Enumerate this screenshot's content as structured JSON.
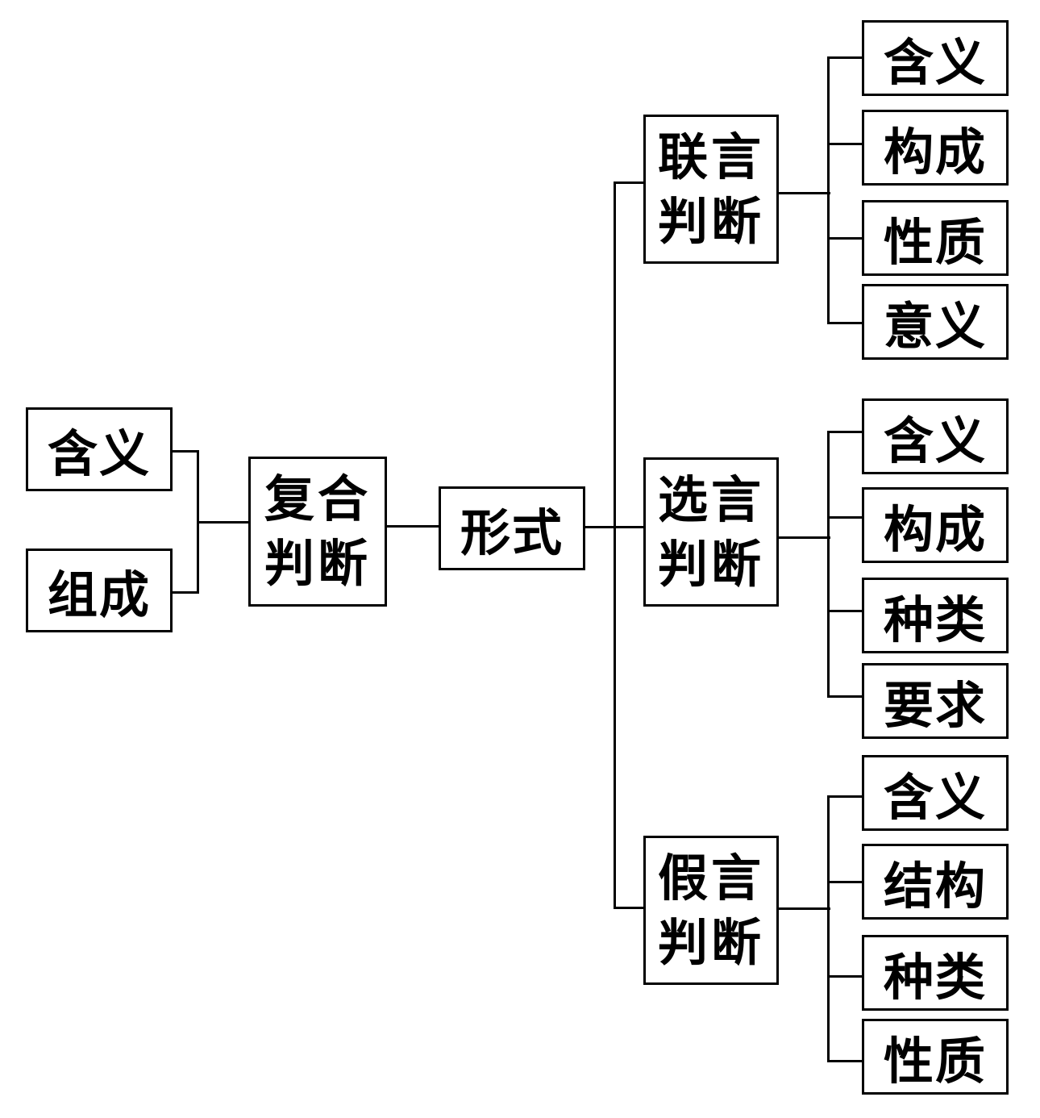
{
  "diagram": {
    "title": "",
    "root": {
      "label": "复合\n判断",
      "line1": "复合",
      "line2": "判断",
      "attributes": [
        {
          "label": "含义"
        },
        {
          "label": "组成"
        }
      ]
    },
    "form": {
      "label": "形式"
    },
    "types": [
      {
        "line1": "联言",
        "line2": "判断",
        "children": [
          {
            "label": "含义"
          },
          {
            "label": "构成"
          },
          {
            "label": "性质"
          },
          {
            "label": "意义"
          }
        ]
      },
      {
        "line1": "选言",
        "line2": "判断",
        "children": [
          {
            "label": "含义"
          },
          {
            "label": "构成"
          },
          {
            "label": "种类"
          },
          {
            "label": "要求"
          }
        ]
      },
      {
        "line1": "假言",
        "line2": "判断",
        "children": [
          {
            "label": "含义"
          },
          {
            "label": "结构"
          },
          {
            "label": "种类"
          },
          {
            "label": "性质"
          }
        ]
      }
    ]
  }
}
